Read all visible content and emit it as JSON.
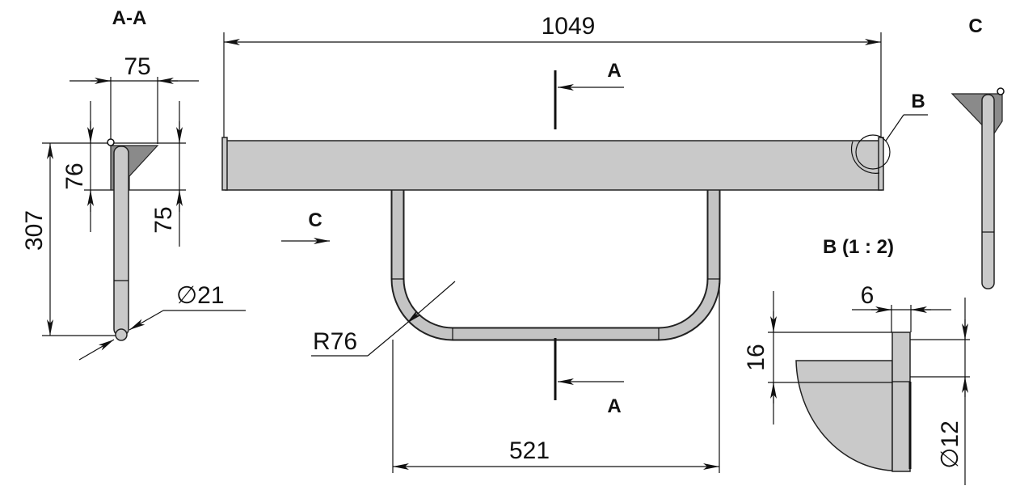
{
  "views": {
    "section_aa": {
      "title": "A-A",
      "dims": {
        "width_top": "75",
        "height_bracket": "76",
        "height_right": "75",
        "overall_height": "307",
        "diameter": "∅21"
      }
    },
    "front": {
      "dims": {
        "overall_length": "1049",
        "handle_width": "521",
        "radius": "R76"
      },
      "section_marker_top": "A",
      "section_marker_bottom": "A",
      "view_arrow": "C",
      "detail_marker": "B"
    },
    "view_c": {
      "title": "C"
    },
    "detail_b": {
      "title": "B  (1 : 2)",
      "dims": {
        "width": "6",
        "height": "16",
        "diameter": "∅12"
      }
    }
  },
  "colors": {
    "part_fill": "#c9c9c9",
    "line": "#111111"
  }
}
